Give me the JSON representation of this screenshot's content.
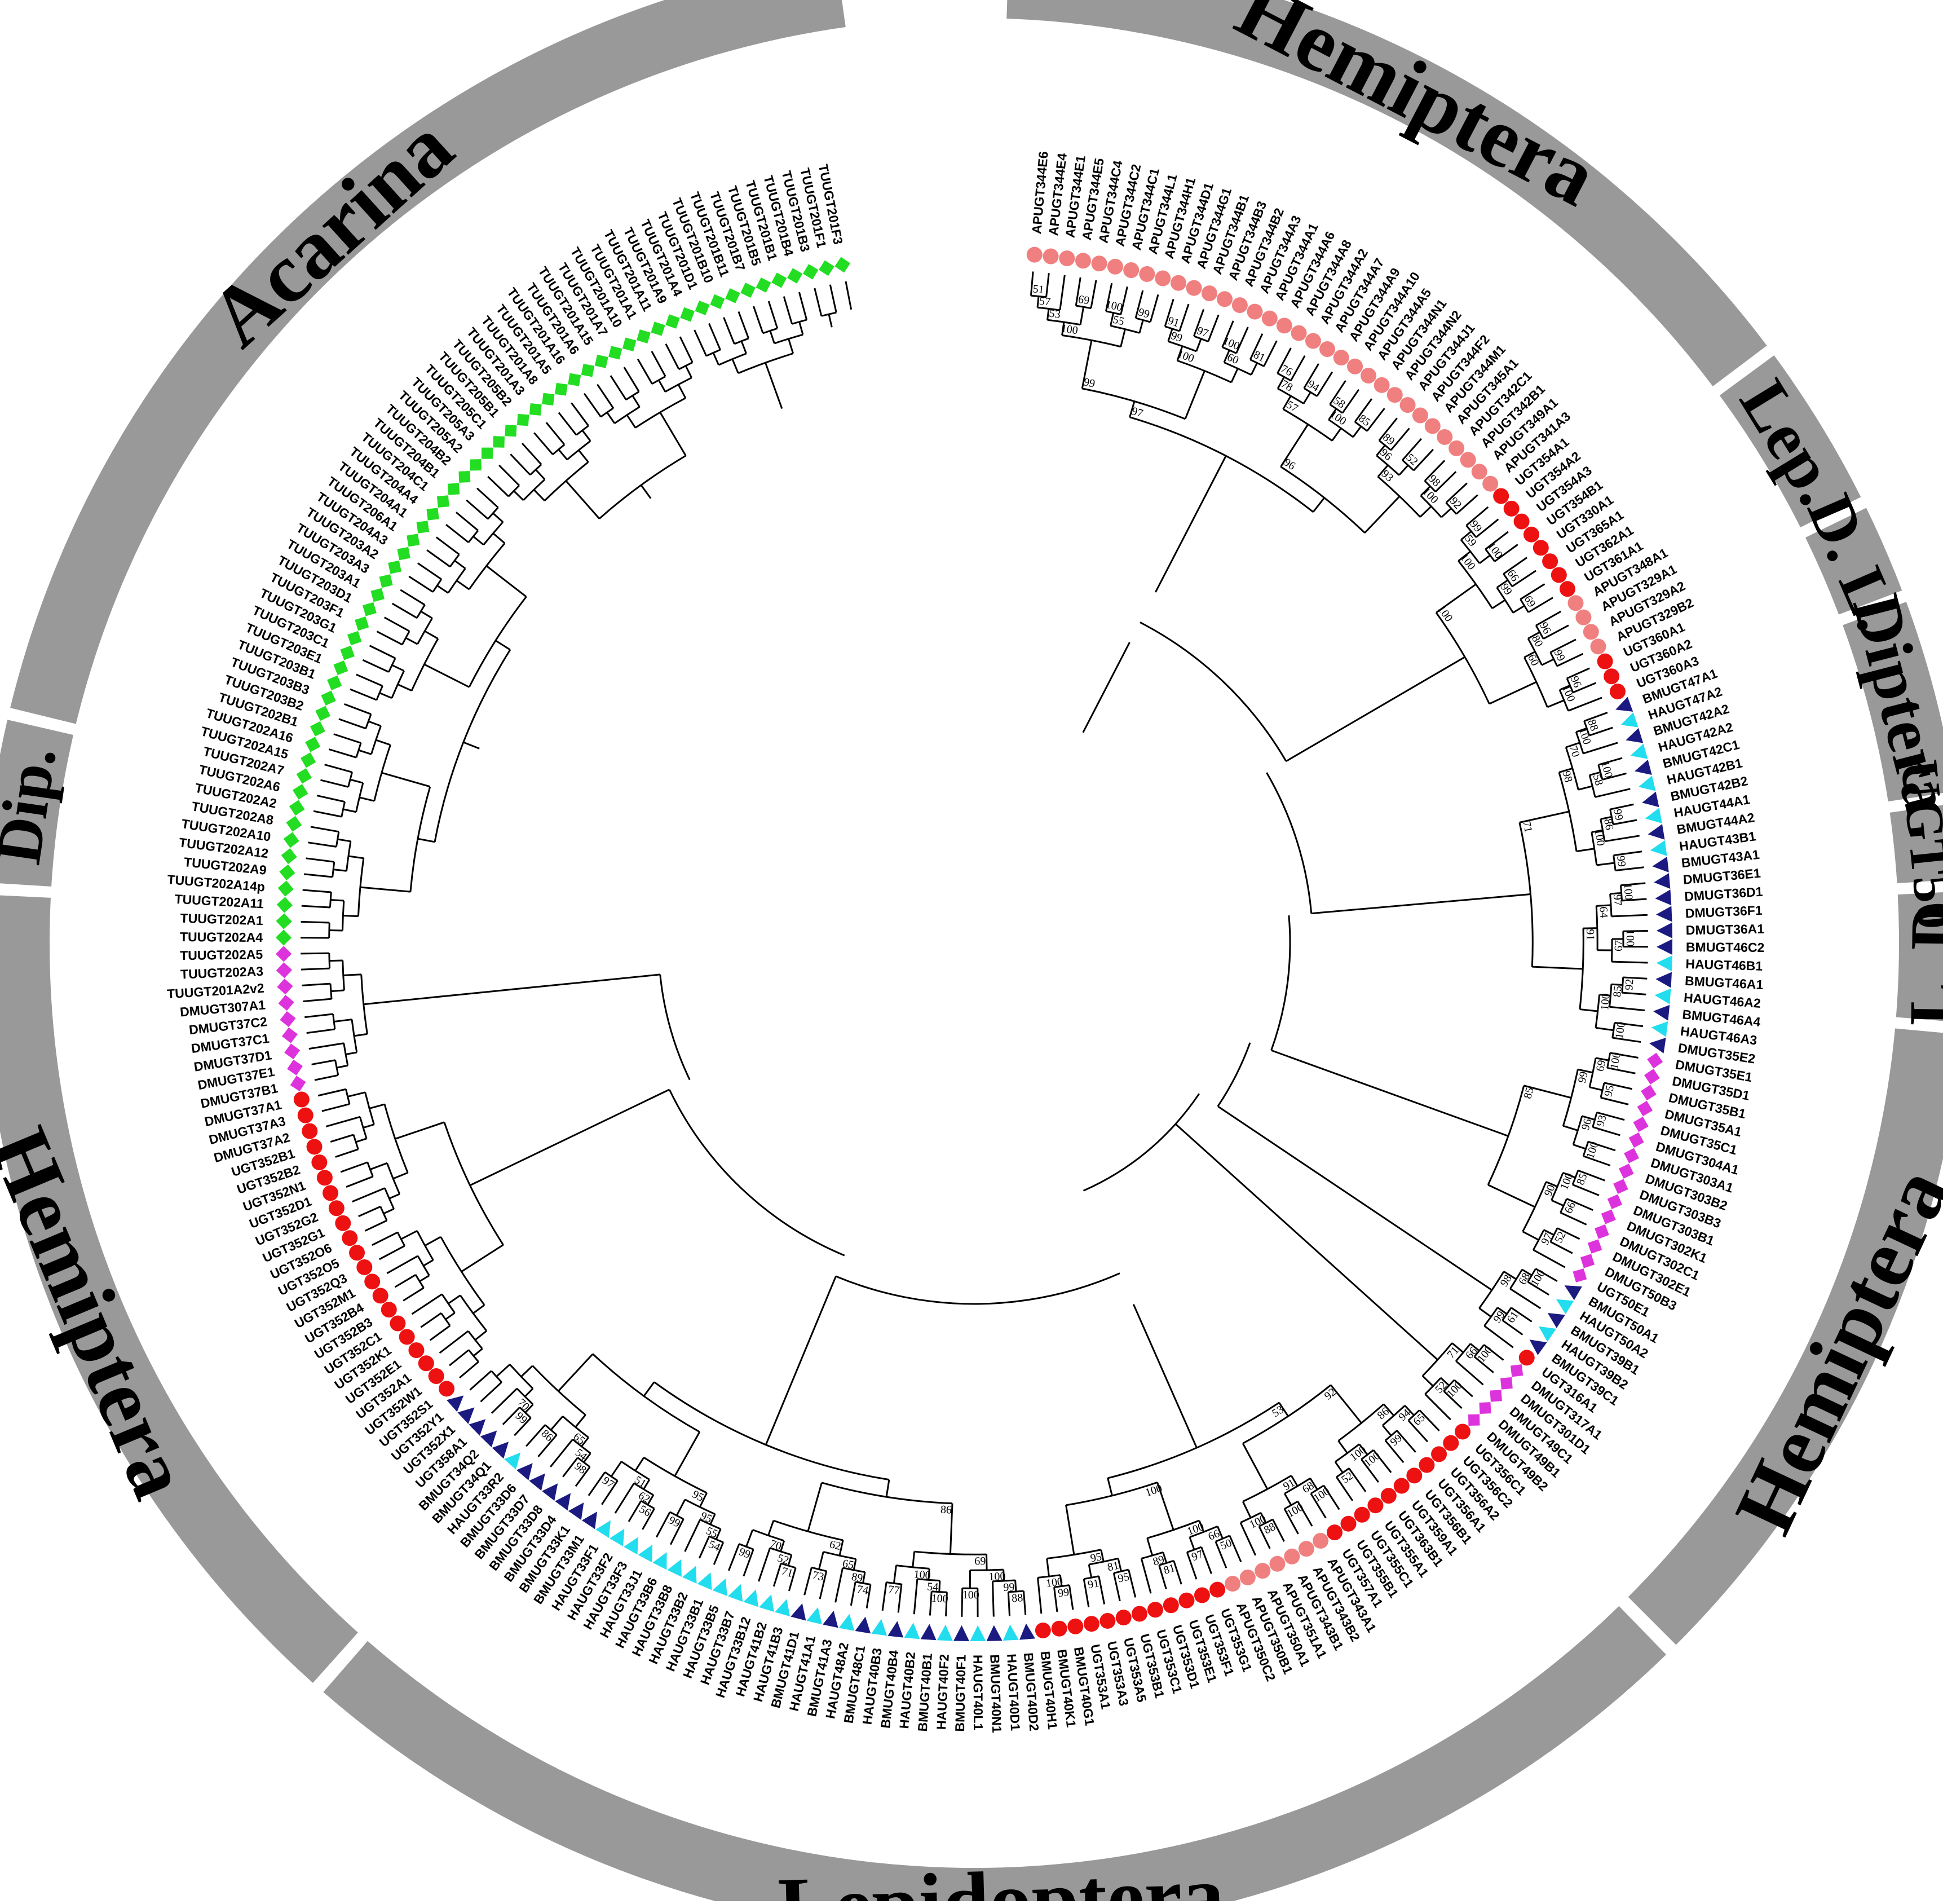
{
  "colors": {
    "band": "#999999",
    "branch": "#000000",
    "acarina_marker": "#22dd22",
    "diptera_marker": "#dd33dd",
    "hemiptera_marker": "#ee1111",
    "aphid_marker": "#f08080",
    "lep_dark_marker": "#1a1a80",
    "lep_light_marker": "#22ddee"
  },
  "clades": [
    {
      "label": "Hemiptera"
    },
    {
      "label": "Lep."
    },
    {
      "label": "D. L."
    },
    {
      "label": "Diptera"
    },
    {
      "label": "UGT50"
    },
    {
      "label": "L. D."
    },
    {
      "label": "Hemiptera"
    },
    {
      "label": "Lepidoptera"
    },
    {
      "label": "Hemiptera"
    },
    {
      "label": "Dip."
    },
    {
      "label": "Acarina"
    }
  ],
  "leaves": [
    "APUGT344E6",
    "APUGT344E4",
    "APUGT344E1",
    "APUGT344E5",
    "APUGT344C4",
    "APUGT344C2",
    "APUGT344C1",
    "APUGT344L1",
    "APUGT344H1",
    "APUGT344D1",
    "APUGT344G1",
    "APUGT344B1",
    "APUGT344B3",
    "APUGT344B2",
    "APUGT344A3",
    "APUGT344A1",
    "APUGT344A6",
    "APUGT344A8",
    "APUGT344A2",
    "APUGT344A7",
    "APUGT344A9",
    "APUGT344A10",
    "APUGT344A5",
    "APUGT344N1",
    "APUGT344N2",
    "APUGT344J1",
    "APUGT344F2",
    "APUGT344M1",
    "APUGT345A1",
    "APUGT342C1",
    "APUGT342B1",
    "APUGT349A1",
    "APUGT341A3",
    "UGT354A1",
    "UGT354A2",
    "UGT354A3",
    "UGT354B1",
    "UGT330A1",
    "UGT365A1",
    "UGT362A1",
    "UGT361A1",
    "APUGT348A1",
    "APUGT329A1",
    "APUGT329A2",
    "APUGT329B2",
    "UGT360A1",
    "UGT360A2",
    "UGT360A3",
    "BMUGT47A1",
    "HAUGT47A2",
    "BMUGT42A2",
    "HAUGT42A2",
    "BMUGT42C1",
    "HAUGT42B1",
    "BMUGT42B2",
    "HAUGT44A1",
    "BMUGT44A2",
    "HAUGT43B1",
    "BMUGT43A1",
    "DMUGT36E1",
    "DMUGT36D1",
    "DMUGT36F1",
    "DMUGT36A1",
    "BMUGT46C2",
    "HAUGT46B1",
    "BMUGT46A1",
    "HAUGT46A2",
    "BMUGT46A4",
    "HAUGT46A3",
    "DMUGT35E2",
    "DMUGT35E1",
    "DMUGT35D1",
    "DMUGT35B1",
    "DMUGT35A1",
    "DMUGT35C1",
    "DMUGT304A1",
    "DMUGT303A1",
    "DMUGT303B2",
    "DMUGT303B3",
    "DMUGT303B1",
    "DMUGT302K1",
    "DMUGT302C1",
    "DMUGT302E1",
    "DMUGT50B3",
    "UGT50E1",
    "BMUGT50A1",
    "HAUGT50A2",
    "BMUGT39B1",
    "HAUGT39B2",
    "BMUGT39C1",
    "UGT316A1",
    "DMUGT317A1",
    "DMUGT301D1",
    "DMUGT49C1",
    "DMUGT49B1",
    "DMUGT49B2",
    "UGT356C1",
    "UGT356C2",
    "UGT356A2",
    "UGT356A1",
    "UGT356B1",
    "UGT359A1",
    "UGT363B1",
    "UGT355A1",
    "UGT355C1",
    "UGT355B1",
    "UGT357A1",
    "APUGT343A1",
    "APUGT343B2",
    "APUGT343B1",
    "APUGT351A1",
    "APUGT350A1",
    "APUGT350B1",
    "APUGT350C2",
    "UGT353G1",
    "UGT353F1",
    "UGT353E1",
    "UGT353D1",
    "UGT353C1",
    "UGT353B1",
    "UGT353A5",
    "UGT353A3",
    "UGT353A1",
    "BMUGT40G1",
    "BMUGT40K1",
    "BMUGT40H1",
    "BMUGT40D2",
    "HAUGT40D1",
    "BMUGT40N1",
    "HAUGT40L1",
    "BMUGT40F1",
    "HAUGT40F2",
    "BMUGT40B1",
    "HAUGT40B2",
    "BMUGT40B4",
    "HAUGT40B3",
    "BMUGT48C1",
    "HAUGT48A2",
    "BMUGT41A3",
    "HAUGT41A1",
    "BMUGT41D1",
    "HAUGT41B3",
    "HAUGT41B2",
    "HAUGT33B12",
    "HAUGT33B7",
    "HAUGT33B5",
    "HAUGT33B1",
    "HAUGT33B2",
    "HAUGT33B8",
    "HAUGT33B6",
    "HAUGT33J1",
    "HAUGT33F3",
    "HAUGT33F2",
    "HAUGT33F1",
    "BMUGT33M1",
    "BMUGT33K1",
    "BMUGT33D4",
    "BMUGT33D8",
    "BMUGT33D7",
    "BMUGT33D6",
    "HAUGT33R2",
    "BMUGT34Q1",
    "BMUGT34Q2",
    "UGT358A1",
    "UGT352X1",
    "UGT352Y1",
    "UGT352S1",
    "UGT352W1",
    "UGT352A1",
    "UGT352E1",
    "UGT352K1",
    "UGT352C1",
    "UGT352B3",
    "UGT352B4",
    "UGT352M1",
    "UGT352Q3",
    "UGT352O5",
    "UGT352O6",
    "UGT352G1",
    "UGT352G2",
    "UGT352D1",
    "UGT352N1",
    "UGT352B2",
    "UGT352B1",
    "DMUGT37A2",
    "DMUGT37A3",
    "DMUGT37A1",
    "DMUGT37B1",
    "DMUGT37E1",
    "DMUGT37D1",
    "DMUGT37C1",
    "DMUGT37C2",
    "DMUGT307A1",
    "TUUGT201A2v2",
    "TUUGT202A3",
    "TUUGT202A5",
    "TUUGT202A4",
    "TUUGT202A1",
    "TUUGT202A11",
    "TUUGT202A14p",
    "TUUGT202A9",
    "TUUGT202A12",
    "TUUGT202A10",
    "TUUGT202A8",
    "TUUGT202A2",
    "TUUGT202A6",
    "TUUGT202A7",
    "TUUGT202A15",
    "TUUGT202A16",
    "TUUGT202B1",
    "TUUGT203B2",
    "TUUGT203B3",
    "TUUGT203B1",
    "TUUGT203E1",
    "TUUGT203C1",
    "TUUGT203G1",
    "TUUGT203F1",
    "TUUGT203D1",
    "TUUGT203A1",
    "TUUGT203A3",
    "TUUGT203A2",
    "TUUGT204A3",
    "TUUGT206A1",
    "TUUGT204A1",
    "TUUGT204A4",
    "TUUGT204C1",
    "TUUGT204B1",
    "TUUGT204B2",
    "TUUGT205A2",
    "TUUGT205A3",
    "TUUGT205C1",
    "TUUGT205B1",
    "TUUGT205B2",
    "TUUGT201A3",
    "TUUGT201A8",
    "TUUGT201A5",
    "TUUGT201A16",
    "TUUGT201A6",
    "TUUGT201A15",
    "TUUGT201A7",
    "TUUGT201A10",
    "TUUGT201A1",
    "TUUGT201A11",
    "TUUGT201A9",
    "TUUGT201A4",
    "TUUGT201D1",
    "TUUGT201B10",
    "TUUGT201B11",
    "TUUGT201B7",
    "TUUGT201B5",
    "TUUGT201B1",
    "TUUGT201B4",
    "TUUGT201B3",
    "TUUGT201F1",
    "TUUGT201F3"
  ],
  "bootstrap": [
    "51",
    "57",
    "69",
    "53",
    "100",
    "99",
    "55",
    "100",
    "91",
    "97",
    "99",
    "100",
    "81",
    "60",
    "100",
    "99",
    "76",
    "94",
    "78",
    "58",
    "85",
    "100",
    "57",
    "89",
    "52",
    "96",
    "98",
    "92",
    "100",
    "93",
    "96",
    "97",
    "99",
    "100",
    "59",
    "66",
    "69",
    "99",
    "100",
    "96",
    "99",
    "80",
    "96",
    "100",
    "60",
    "100",
    "88",
    "100",
    "100",
    "58",
    "70",
    "99",
    "86",
    "99",
    "100",
    "98",
    "100",
    "97",
    "100",
    "67",
    "64",
    "92",
    "85",
    "100",
    "100",
    "91",
    "71",
    "100",
    "95",
    "69",
    "93",
    "100",
    "96",
    "99",
    "85",
    "66",
    "100",
    "52",
    "97",
    "90",
    "85",
    "100",
    "68",
    "61",
    "99",
    "98",
    "100",
    "66",
    "100",
    "52",
    "71",
    "65",
    "99",
    "94",
    "100",
    "52",
    "100",
    "86",
    "100",
    "100",
    "68",
    "88",
    "100",
    "91",
    "92",
    "50",
    "97",
    "66",
    "81",
    "89",
    "100",
    "95",
    "91",
    "81",
    "99",
    "100",
    "95",
    "100",
    "53",
    "88",
    "99",
    "100",
    "100",
    "100",
    "54",
    "77",
    "100",
    "69",
    "74",
    "89",
    "73",
    "65",
    "71",
    "52",
    "99",
    "70",
    "62",
    "86",
    "54",
    "55",
    "99",
    "95",
    "56",
    "62",
    "97",
    "51",
    "95",
    "98",
    "54",
    "86",
    "65",
    "99",
    "70"
  ],
  "marker_groups": [
    {
      "name": "aphid",
      "from": 0,
      "to": 32
    },
    {
      "name": "hemiptera",
      "from": 33,
      "to": 47
    },
    {
      "name": "lep",
      "from": 48,
      "to": 69
    },
    {
      "name": "diptera",
      "from": 70,
      "to": 84
    },
    {
      "name": "ugt50",
      "from": 85,
      "to": 90
    },
    {
      "name": "ld",
      "from": 91,
      "to": 96
    },
    {
      "name": "hemiptera",
      "from": 97,
      "to": 125
    },
    {
      "name": "lep",
      "from": 126,
      "to": 165
    },
    {
      "name": "hemiptera",
      "from": 166,
      "to": 186
    },
    {
      "name": "diptera",
      "from": 187,
      "to": 195
    },
    {
      "name": "acarina",
      "from": 196,
      "to": 258
    }
  ]
}
